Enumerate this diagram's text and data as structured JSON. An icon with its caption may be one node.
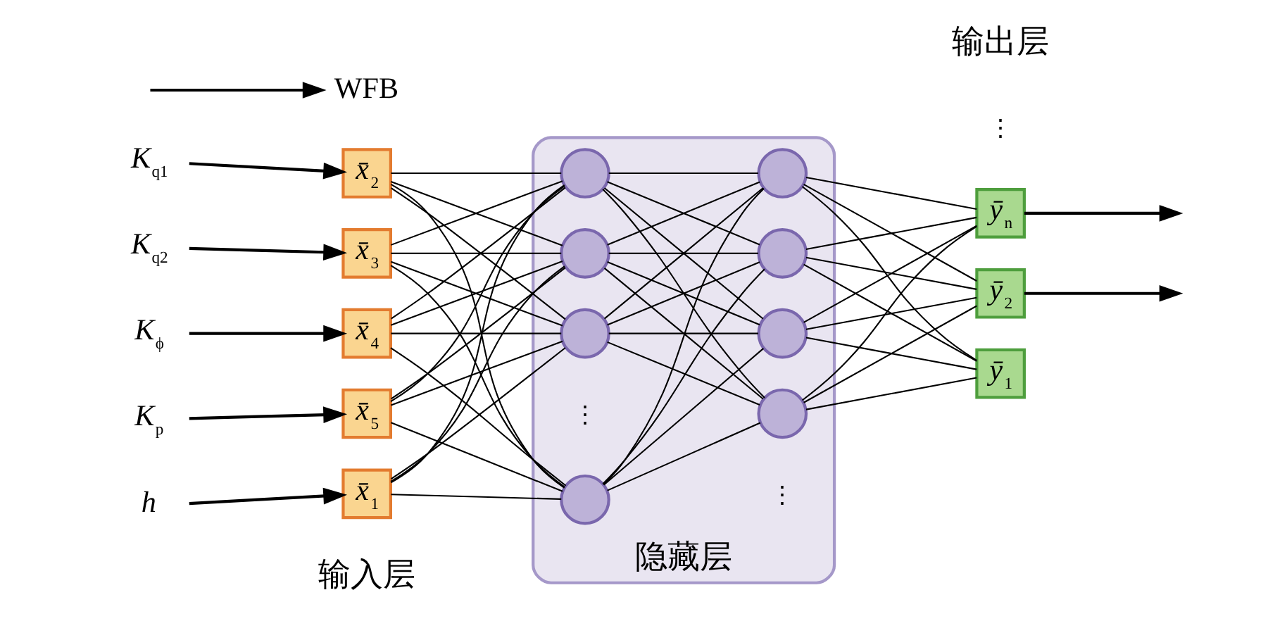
{
  "diagram": {
    "nodes": [
      {
        "text": [
          "h"
        ]
      },
      {
        "text": [
          "K$_{q1}$"
        ]
      },
      {
        "text": [
          "K$_{q2}$"
        ]
      },
      {
        "text": [
          "K$_{ϕ}$"
        ]
      },
      {
        "text": [
          "K$_{p}$"
        ]
      },
      {
        "text": [
          "x̄$_{1}$"
        ]
      },
      {
        "text": [
          "x̄$_{2}$"
        ]
      },
      {
        "text": [
          "x̄$_{3}$"
        ]
      },
      {
        "text": [
          "x̄$_{4}$"
        ]
      },
      {
        "text": [
          "x̄$_{5}$"
        ]
      },
      {
        "text": [
          "隐藏层"
        ]
      },
      {
        "text": [],
        "shape": "circle",
        "in": 10
      },
      {
        "text": [],
        "shape": "circle",
        "in": 10
      },
      {
        "text": [],
        "shape": "circle",
        "in": 10
      },
      {
        "text": [],
        "shape": "circle",
        "in": 10
      },
      {
        "text": [],
        "shape": "circle",
        "in": 10
      },
      {
        "text": [],
        "shape": "circle",
        "in": 10
      },
      {
        "text": [],
        "shape": "circle",
        "in": 10
      },
      {
        "text": [],
        "shape": "circle",
        "in": 10
      },
      {
        "text": [
          "ȳ$_{1}$"
        ]
      },
      {
        "text": [
          "ȳ$_{2}$"
        ]
      },
      {
        "text": [
          "ȳ$_{n}$"
        ]
      },
      {
        "text": [
          "WFB"
        ]
      }
    ],
    "edges": [
      {
        "from": 0,
        "to": 5,
        "arrow": "to"
      },
      {
        "from": 1,
        "to": 6,
        "arrow": "to"
      },
      {
        "from": 2,
        "to": 7,
        "arrow": "to"
      },
      {
        "from": 3,
        "to": 8,
        "arrow": "to"
      },
      {
        "from": 4,
        "to": 9,
        "arrow": "to"
      },
      {
        "from": 5,
        "to": 11,
        "arrow": "none"
      },
      {
        "from": 5,
        "to": 12,
        "arrow": "none"
      },
      {
        "from": 5,
        "to": 13,
        "arrow": "none"
      },
      {
        "from": 5,
        "to": 14,
        "arrow": "none"
      },
      {
        "from": 6,
        "to": 11,
        "arrow": "none"
      },
      {
        "from": 6,
        "to": 12,
        "arrow": "none"
      },
      {
        "from": 6,
        "to": 13,
        "arrow": "none"
      },
      {
        "from": 6,
        "to": 14,
        "arrow": "none"
      },
      {
        "from": 7,
        "to": 11,
        "arrow": "none"
      },
      {
        "from": 7,
        "to": 12,
        "arrow": "none"
      },
      {
        "from": 7,
        "to": 13,
        "arrow": "none"
      },
      {
        "from": 7,
        "to": 14,
        "arrow": "none"
      },
      {
        "from": 8,
        "to": 11,
        "arrow": "none"
      },
      {
        "from": 8,
        "to": 12,
        "arrow": "none"
      },
      {
        "from": 8,
        "to": 13,
        "arrow": "none"
      },
      {
        "from": 8,
        "to": 14,
        "arrow": "none"
      },
      {
        "from": 9,
        "to": 11,
        "arrow": "none"
      },
      {
        "from": 9,
        "to": 12,
        "arrow": "none"
      },
      {
        "from": 9,
        "to": 13,
        "arrow": "none"
      },
      {
        "from": 9,
        "to": 14,
        "arrow": "none"
      },
      {
        "from": 11,
        "to": 15,
        "arrow": "none"
      },
      {
        "from": 11,
        "to": 16,
        "arrow": "none"
      },
      {
        "from": 11,
        "to": 17,
        "arrow": "none"
      },
      {
        "from": 11,
        "to": 18,
        "arrow": "none"
      },
      {
        "from": 12,
        "to": 15,
        "arrow": "none"
      },
      {
        "from": 12,
        "to": 16,
        "arrow": "none"
      },
      {
        "from": 12,
        "to": 17,
        "arrow": "none"
      },
      {
        "from": 12,
        "to": 18,
        "arrow": "none"
      },
      {
        "from": 13,
        "to": 15,
        "arrow": "none"
      },
      {
        "from": 13,
        "to": 16,
        "arrow": "none"
      },
      {
        "from": 13,
        "to": 17,
        "arrow": "none"
      },
      {
        "from": 13,
        "to": 18,
        "arrow": "none"
      },
      {
        "from": 14,
        "to": 15,
        "arrow": "none"
      },
      {
        "from": 14,
        "to": 16,
        "arrow": "none"
      },
      {
        "from": 14,
        "to": 17,
        "arrow": "none"
      },
      {
        "from": 14,
        "to": 18,
        "arrow": "none"
      },
      {
        "from": 15,
        "to": 19,
        "arrow": "none"
      },
      {
        "from": 15,
        "to": 20,
        "arrow": "none"
      },
      {
        "from": 15,
        "to": 21,
        "arrow": "none"
      },
      {
        "from": 16,
        "to": 19,
        "arrow": "none"
      },
      {
        "from": 16,
        "to": 20,
        "arrow": "none"
      },
      {
        "from": 16,
        "to": 21,
        "arrow": "none"
      },
      {
        "from": 17,
        "to": 19,
        "arrow": "none"
      },
      {
        "from": 17,
        "to": 20,
        "arrow": "none"
      },
      {
        "from": 17,
        "to": 21,
        "arrow": "none"
      },
      {
        "from": 18,
        "to": 19,
        "arrow": "none"
      },
      {
        "from": 18,
        "to": 20,
        "arrow": "none"
      },
      {
        "from": 18,
        "to": 21,
        "arrow": "none"
      },
      {
        "from": 20,
        "to": null,
        "arrow": "to"
      },
      {
        "from": null,
        "to": 22,
        "arrow": "to"
      },
      {
        "from": 21,
        "to": null,
        "arrow": "to"
      }
    ],
    "labels": [
      "输入层",
      "⋮",
      "⋮",
      "⋮",
      "输出层"
    ]
  }
}
